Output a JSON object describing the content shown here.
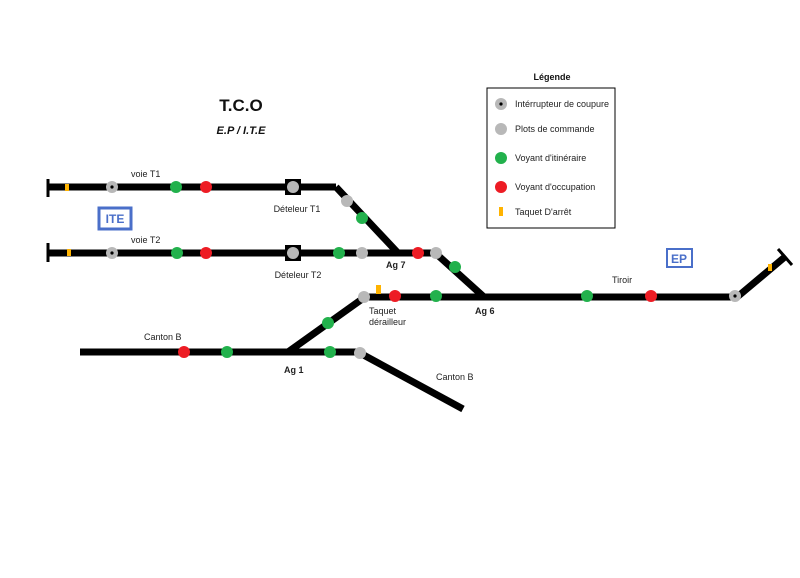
{
  "header": {
    "title": "T.C.O",
    "subtitle": "E.P / I.T.E"
  },
  "zones": {
    "ite": "ITE",
    "ep": "EP"
  },
  "labels": {
    "voie_t1": "voie T1",
    "voie_t2": "voie T2",
    "deteleur_t1": "Dételeur T1",
    "deteleur_t2": "Dételeur T2",
    "ag7": "Ag 7",
    "ag6": "Ag 6",
    "ag1": "Ag 1",
    "tiroir": "Tiroir",
    "taquet_line1": "Taquet",
    "taquet_line2": "dérailleur",
    "canton_b_left": "Canton B",
    "canton_b_right": "Canton B"
  },
  "legend": {
    "title": "Légende",
    "items": [
      {
        "label": "Intérrupteur de coupure",
        "symbol": "switch",
        "color": "#b8b8b8"
      },
      {
        "label": "Plots de commande",
        "symbol": "plot",
        "color": "#b8b8b8"
      },
      {
        "label": "Voyant d'itinéraire",
        "symbol": "route",
        "color": "#22b14c"
      },
      {
        "label": "Voyant d'occupation",
        "symbol": "occupancy",
        "color": "#ed1c24"
      },
      {
        "label": "Taquet D'arrêt",
        "symbol": "stop",
        "color": "#ffb300"
      }
    ]
  },
  "colors": {
    "track": "#000000",
    "route_lamp": "#22b14c",
    "occupancy_lamp": "#ed1c24",
    "plot": "#b8b8b8",
    "stop": "#ffb300",
    "zone_box": "#4a6fc9"
  }
}
